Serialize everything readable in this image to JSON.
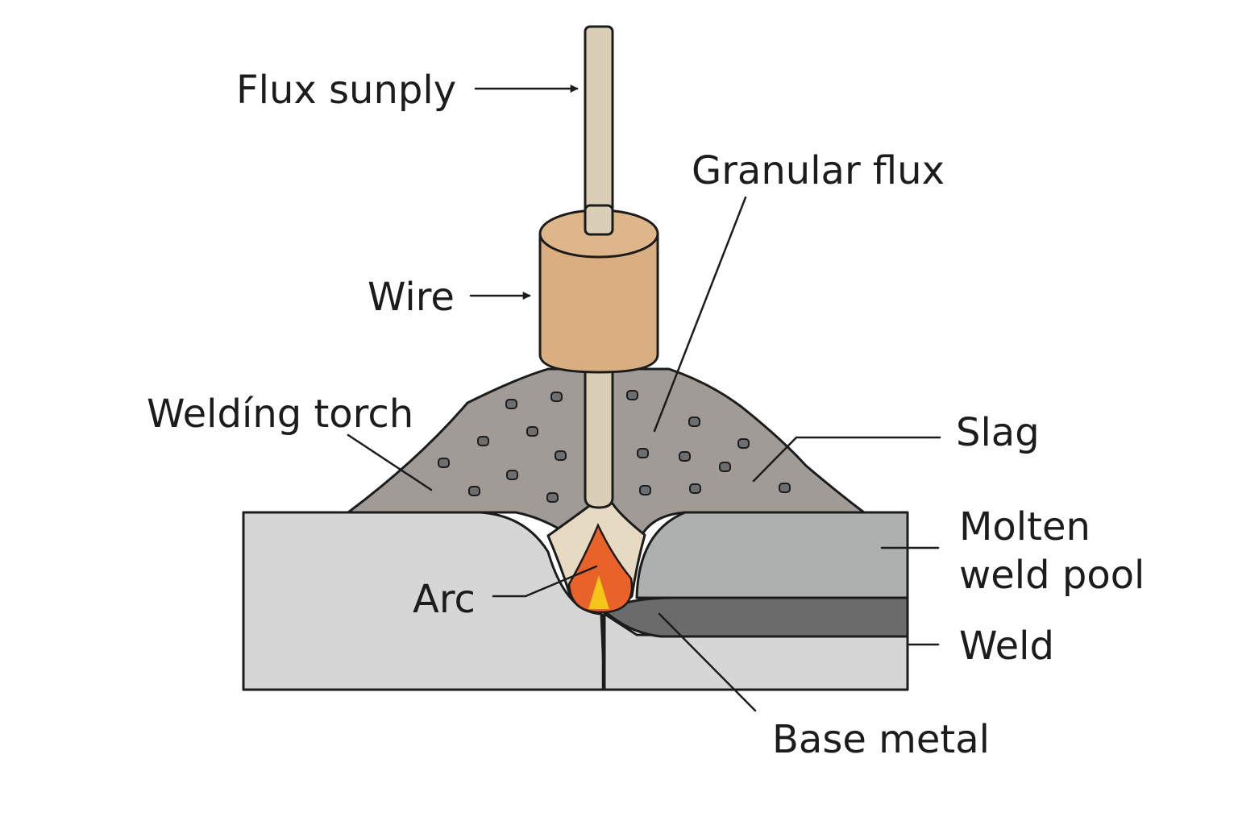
{
  "labels": {
    "flux_supply": "Flux sunply",
    "granular_flux": "Granular flux",
    "wire": "Wire",
    "welding_torch": "Weldíng torch",
    "slag": "Slag",
    "molten_weld_pool_line1": "Molten",
    "molten_weld_pool_line2": "weld pool",
    "arc": "Arc",
    "weld": "Weld",
    "base_metal": "Base metal"
  },
  "colors": {
    "wire": "#d8cfb6",
    "torch": "#d9ae80",
    "flux": "#a09b96",
    "base_metal": "#d6d6d6",
    "slag": "#adb0af",
    "weld": "#6b6b6b",
    "arc_outer": "#e8622a",
    "arc_inner": "#f5c518",
    "cavity": "#e6dac2"
  }
}
